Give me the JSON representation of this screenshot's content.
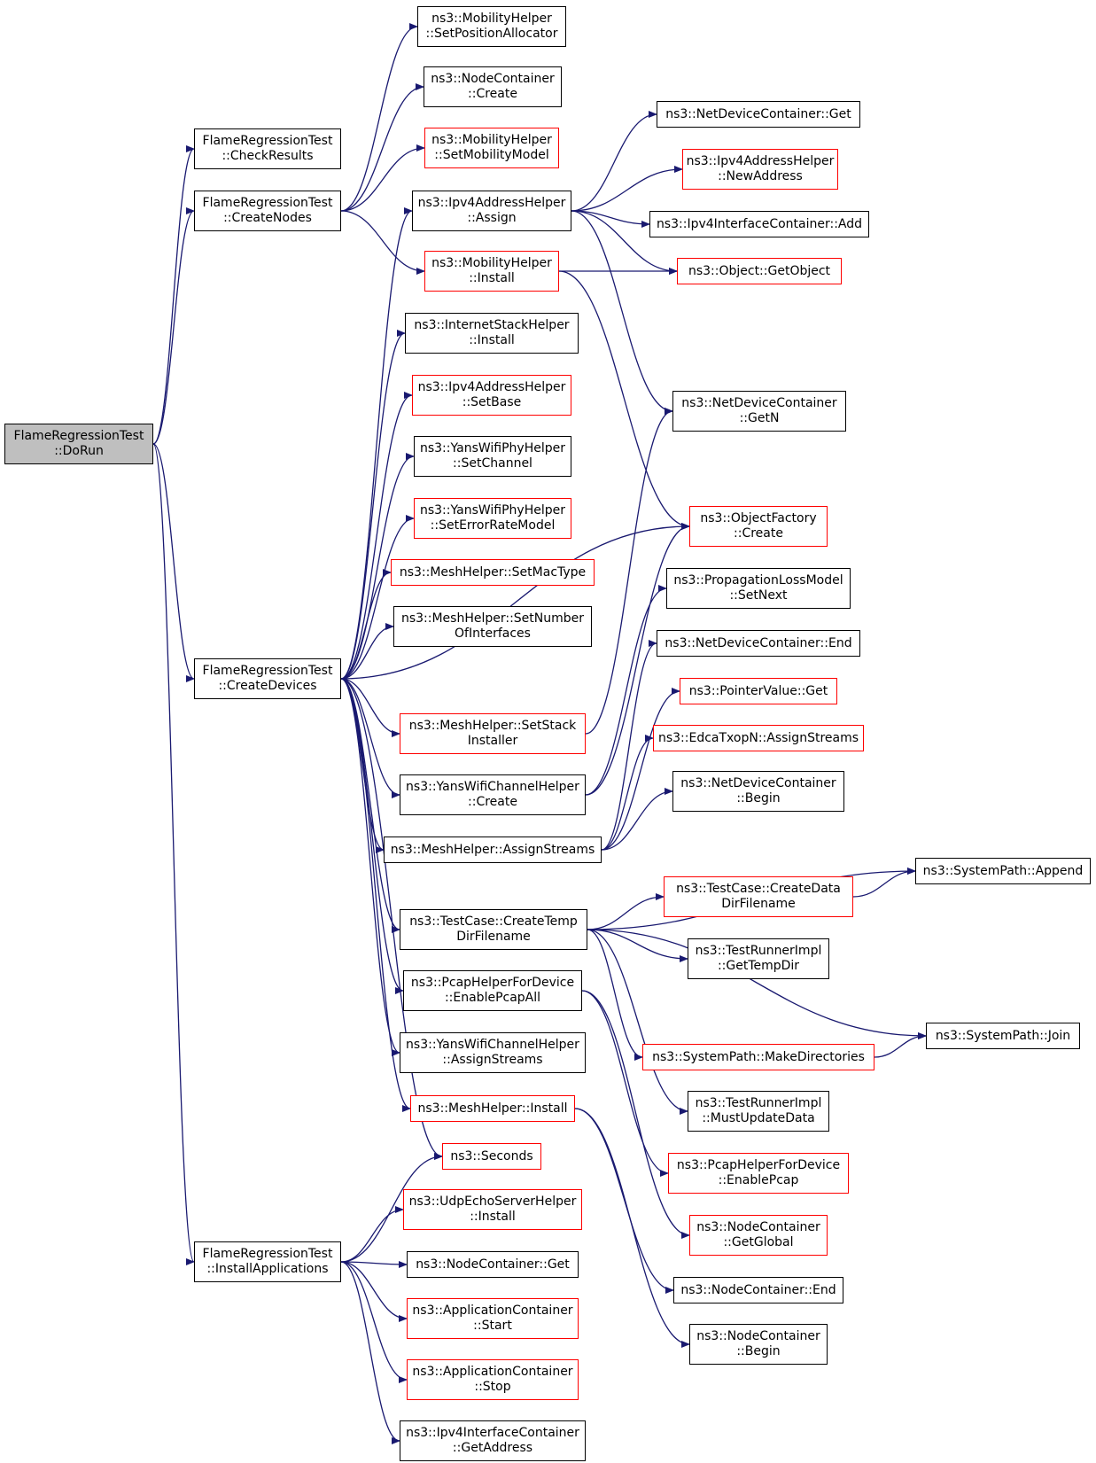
{
  "colors": {
    "edge": "#191970",
    "border_default": "#000000",
    "border_undocumented": "#ff0000",
    "root_fill": "#bfbfbf"
  },
  "nodes": {
    "doRun": {
      "lines": [
        "FlameRegressionTest",
        "::DoRun"
      ]
    },
    "checkResults": {
      "lines": [
        "FlameRegressionTest",
        "::CheckResults"
      ]
    },
    "createNodes": {
      "lines": [
        "FlameRegressionTest",
        "::CreateNodes"
      ]
    },
    "createDevices": {
      "lines": [
        "FlameRegressionTest",
        "::CreateDevices"
      ]
    },
    "installApplications": {
      "lines": [
        "FlameRegressionTest",
        "::InstallApplications"
      ]
    },
    "mobSetPosAlloc": {
      "lines": [
        "ns3::MobilityHelper",
        "::SetPositionAllocator"
      ]
    },
    "nodeContCreate": {
      "lines": [
        "ns3::NodeContainer",
        "::Create"
      ]
    },
    "mobSetMobModel": {
      "lines": [
        "ns3::MobilityHelper",
        "::SetMobilityModel"
      ]
    },
    "ipv4Assign": {
      "lines": [
        "ns3::Ipv4AddressHelper",
        "::Assign"
      ]
    },
    "mobInstall": {
      "lines": [
        "ns3::MobilityHelper",
        "::Install"
      ]
    },
    "inetInstall": {
      "lines": [
        "ns3::InternetStackHelper",
        "::Install"
      ]
    },
    "ipv4SetBase": {
      "lines": [
        "ns3::Ipv4AddressHelper",
        "::SetBase"
      ]
    },
    "yansPhySetChannel": {
      "lines": [
        "ns3::YansWifiPhyHelper",
        "::SetChannel"
      ]
    },
    "yansPhySetErr": {
      "lines": [
        "ns3::YansWifiPhyHelper",
        "::SetErrorRateModel"
      ]
    },
    "meshSetMacType": {
      "lines": [
        "ns3::MeshHelper::SetMacType"
      ]
    },
    "meshSetNumIf": {
      "lines": [
        "ns3::MeshHelper::SetNumber",
        "OfInterfaces"
      ]
    },
    "meshSetStack": {
      "lines": [
        "ns3::MeshHelper::SetStack",
        "Installer"
      ]
    },
    "yansChanCreate": {
      "lines": [
        "ns3::YansWifiChannelHelper",
        "::Create"
      ]
    },
    "meshAssign": {
      "lines": [
        "ns3::MeshHelper::AssignStreams"
      ]
    },
    "tcCreateTemp": {
      "lines": [
        "ns3::TestCase::CreateTemp",
        "DirFilename"
      ]
    },
    "pcapAll": {
      "lines": [
        "ns3::PcapHelperForDevice",
        "::EnablePcapAll"
      ]
    },
    "yansChanAssign": {
      "lines": [
        "ns3::YansWifiChannelHelper",
        "::AssignStreams"
      ]
    },
    "meshInstall": {
      "lines": [
        "ns3::MeshHelper::Install"
      ]
    },
    "seconds": {
      "lines": [
        "ns3::Seconds"
      ]
    },
    "udpEchoInstall": {
      "lines": [
        "ns3::UdpEchoServerHelper",
        "::Install"
      ]
    },
    "nodeContGet": {
      "lines": [
        "ns3::NodeContainer::Get"
      ]
    },
    "appStart": {
      "lines": [
        "ns3::ApplicationContainer",
        "::Start"
      ]
    },
    "appStop": {
      "lines": [
        "ns3::ApplicationContainer",
        "::Stop"
      ]
    },
    "ipv4IfGetAddr": {
      "lines": [
        "ns3::Ipv4InterfaceContainer",
        "::GetAddress"
      ]
    },
    "ndcGet": {
      "lines": [
        "ns3::NetDeviceContainer::Get"
      ]
    },
    "ipv4NewAddr": {
      "lines": [
        "ns3::Ipv4AddressHelper",
        "::NewAddress"
      ]
    },
    "ipv4IfAdd": {
      "lines": [
        "ns3::Ipv4InterfaceContainer::Add"
      ]
    },
    "objGetObject": {
      "lines": [
        "ns3::Object::GetObject"
      ]
    },
    "ndcGetN": {
      "lines": [
        "ns3::NetDeviceContainer",
        "::GetN"
      ]
    },
    "objFactCreate": {
      "lines": [
        "ns3::ObjectFactory",
        "::Create"
      ]
    },
    "propSetNext": {
      "lines": [
        "ns3::PropagationLossModel",
        "::SetNext"
      ]
    },
    "ndcEnd": {
      "lines": [
        "ns3::NetDeviceContainer::End"
      ]
    },
    "ptrValGet": {
      "lines": [
        "ns3::PointerValue::Get"
      ]
    },
    "edcaAssign": {
      "lines": [
        "ns3::EdcaTxopN::AssignStreams"
      ]
    },
    "ndcBegin": {
      "lines": [
        "ns3::NetDeviceContainer",
        "::Begin"
      ]
    },
    "tcCreateData": {
      "lines": [
        "ns3::TestCase::CreateData",
        "DirFilename"
      ]
    },
    "trGetTemp": {
      "lines": [
        "ns3::TestRunnerImpl",
        "::GetTempDir"
      ]
    },
    "spMakeDirs": {
      "lines": [
        "ns3::SystemPath::MakeDirectories"
      ]
    },
    "trMustUpdate": {
      "lines": [
        "ns3::TestRunnerImpl",
        "::MustUpdateData"
      ]
    },
    "pcapEnable": {
      "lines": [
        "ns3::PcapHelperForDevice",
        "::EnablePcap"
      ]
    },
    "ncGetGlobal": {
      "lines": [
        "ns3::NodeContainer",
        "::GetGlobal"
      ]
    },
    "ncEnd": {
      "lines": [
        "ns3::NodeContainer::End"
      ]
    },
    "ncBegin": {
      "lines": [
        "ns3::NodeContainer",
        "::Begin"
      ]
    },
    "spAppend": {
      "lines": [
        "ns3::SystemPath::Append"
      ]
    },
    "spJoin": {
      "lines": [
        "ns3::SystemPath::Join"
      ]
    }
  }
}
